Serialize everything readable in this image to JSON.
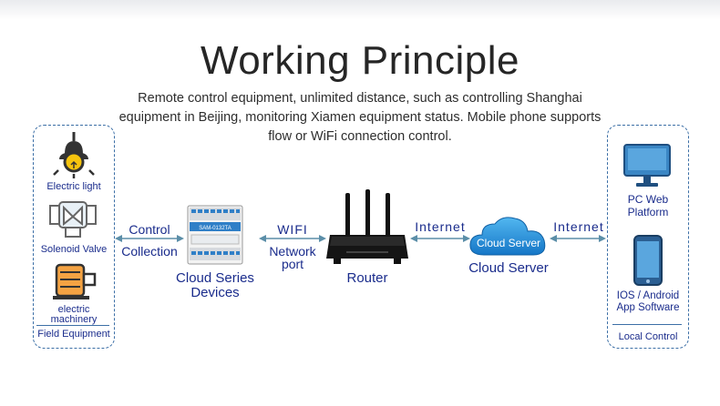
{
  "header": {
    "title": "Working Principle",
    "subtitle": "Remote control equipment, unlimited distance, such as controlling Shanghai equipment in Beijing, monitoring Xiamen equipment status. Mobile phone supports flow or WiFi connection control."
  },
  "field_equipment": {
    "items": [
      {
        "label": "Electric light",
        "icon": "light-bulb-icon"
      },
      {
        "label": "Solenoid Valve",
        "icon": "solenoid-valve-icon"
      },
      {
        "label": "electric machinery",
        "icon": "motor-icon"
      }
    ],
    "footer": "Field Equipment"
  },
  "link_control": {
    "line1": "Control",
    "line2": "Collection"
  },
  "cloud_device": {
    "label_line1": "Cloud Series",
    "label_line2": "Devices",
    "model": "SAM-0132TA",
    "icon": "din-rail-controller-icon"
  },
  "link_wifi": {
    "top": "WIFI",
    "bottom_line1": "Network",
    "bottom_line2": "port"
  },
  "router": {
    "label": "Router",
    "icon": "router-icon"
  },
  "link_internet_1": {
    "label": "Internet"
  },
  "cloud_server": {
    "inner": "Cloud Server",
    "label": "Cloud Server",
    "icon": "cloud-icon"
  },
  "link_internet_2": {
    "label": "Internet"
  },
  "local_control": {
    "pc_line1": "PC Web",
    "pc_line2": "Platform",
    "app_line1": "IOS / Android",
    "app_line2": "App Software",
    "footer": "Local Control",
    "icons": [
      "monitor-icon",
      "smartphone-icon"
    ]
  },
  "colors": {
    "accent": "#1a2c8c",
    "box_border": "#3c6fa6",
    "arrow": "#5b8ea8",
    "cloud": "#1e8fd6"
  }
}
